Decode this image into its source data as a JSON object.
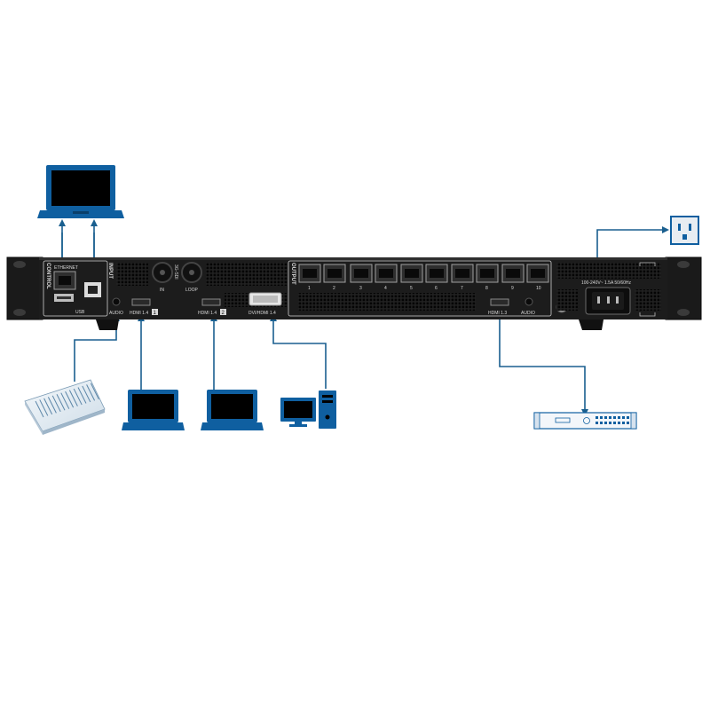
{
  "colors": {
    "connector": "#1a5f8f",
    "device_blue": "#0f5fa0",
    "panel": "#1e1e1e",
    "panel_dark": "#0d0d0d",
    "label": "#d8d8d8"
  },
  "labels": {
    "control": "CONTROL",
    "ethernet": "ETHERNET",
    "usb": "USB",
    "input": "INPUT",
    "in": "IN",
    "loop": "LOOP",
    "sdi": "3G-SDI",
    "audio_in": "AUDIO",
    "hdmi1": "HDMI 1.4",
    "hdmi1_num": "1",
    "hdmi2": "HDMI 1.4",
    "hdmi2_num": "2",
    "dvi": "DVI/HDMI 1.4",
    "output": "OUTPUT",
    "hdmi13": "HDMI 1.3",
    "audio_out": "AUDIO",
    "power_rating": "100-240V~ 1.5A 50/60Hz",
    "port_numbers": [
      "1",
      "2",
      "3",
      "4",
      "5",
      "6",
      "7",
      "8",
      "9",
      "10"
    ]
  },
  "devices": [
    {
      "name": "control-laptop",
      "icon": "laptop-icon"
    },
    {
      "name": "audio-mixer",
      "icon": "mixer-icon"
    },
    {
      "name": "hdmi1-source-laptop",
      "icon": "laptop-icon"
    },
    {
      "name": "hdmi2-source-laptop",
      "icon": "laptop-icon"
    },
    {
      "name": "dvi-source-computer",
      "icon": "desktop-computer-icon"
    },
    {
      "name": "audio-output-device",
      "icon": "rack-audio-device-icon"
    },
    {
      "name": "power-outlet",
      "icon": "power-outlet-icon"
    }
  ]
}
